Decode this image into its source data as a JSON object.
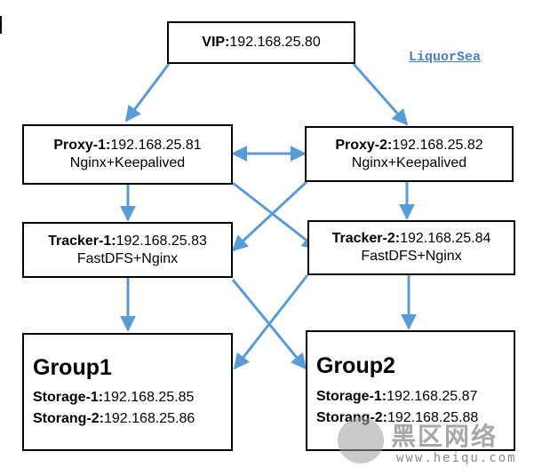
{
  "nodes": {
    "vip": {
      "label": "VIP:",
      "ip": "192.168.25.80"
    },
    "proxy1": {
      "label": "Proxy-1:",
      "ip": "192.168.25.81",
      "sub": "Nginx+Keepalived"
    },
    "proxy2": {
      "label": "Proxy-2:",
      "ip": "192.168.25.82",
      "sub": "Nginx+Keepalived"
    },
    "tracker1": {
      "label": "Tracker-1:",
      "ip": "192.168.25.83",
      "sub": "FastDFS+Nginx"
    },
    "tracker2": {
      "label": "Tracker-2:",
      "ip": "192.168.25.84",
      "sub": "FastDFS+Nginx"
    },
    "group1": {
      "title": "Group1",
      "storages": [
        {
          "label": "Storage-1:",
          "ip": "192.168.25.85"
        },
        {
          "label": "Storang-2:",
          "ip": "192.168.25.86"
        }
      ]
    },
    "group2": {
      "title": "Group2",
      "storages": [
        {
          "label": "Storage-1:",
          "ip": "192.168.25.87"
        },
        {
          "label": "Storang-2:",
          "ip": "192.168.25.88"
        }
      ]
    }
  },
  "edges": [
    {
      "from": "vip",
      "to": "proxy1"
    },
    {
      "from": "vip",
      "to": "proxy2"
    },
    {
      "from": "proxy1",
      "to": "proxy2",
      "bidirectional": true
    },
    {
      "from": "proxy1",
      "to": "tracker1"
    },
    {
      "from": "proxy1",
      "to": "tracker2"
    },
    {
      "from": "proxy2",
      "to": "tracker1"
    },
    {
      "from": "proxy2",
      "to": "tracker2"
    },
    {
      "from": "tracker1",
      "to": "group1"
    },
    {
      "from": "tracker1",
      "to": "group2"
    },
    {
      "from": "tracker2",
      "to": "group1"
    },
    {
      "from": "tracker2",
      "to": "group2"
    }
  ],
  "arrow_color": "#5b9bd5",
  "watermark_logo": {
    "text": "LiquorSea",
    "color": "#4a7fc1"
  },
  "watermark_site": {
    "title": "黑区网络",
    "url": "www.heiqu.com"
  }
}
